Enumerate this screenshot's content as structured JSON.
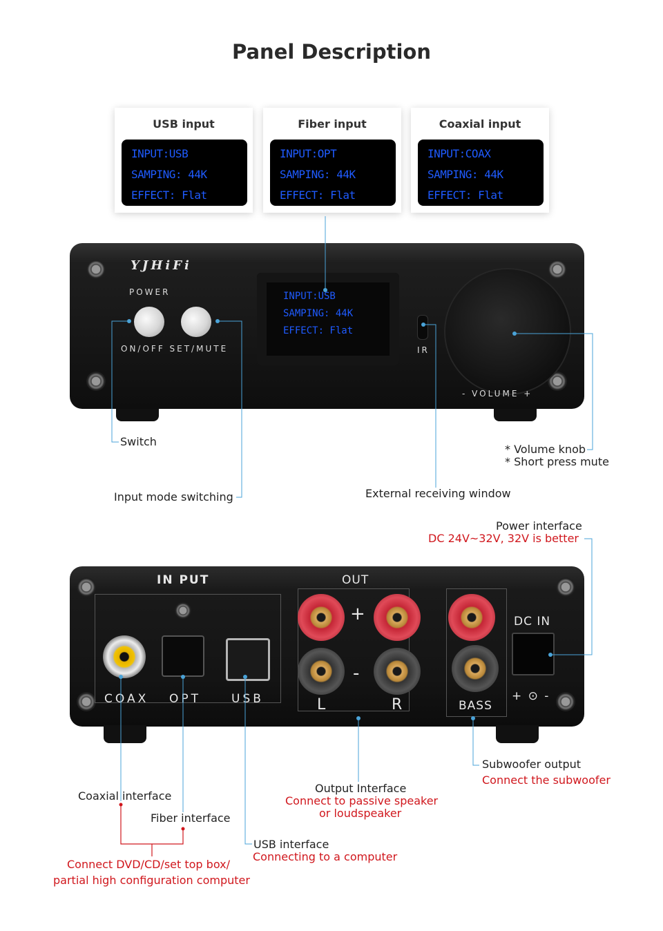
{
  "title": "Panel Description",
  "cards": [
    {
      "title": "USB input",
      "lines": [
        "INPUT:USB",
        "SAMPING: 44K",
        "EFFECT: Flat"
      ]
    },
    {
      "title": "Fiber input",
      "lines": [
        "INPUT:OPT",
        "SAMPING: 44K",
        "EFFECT: Flat"
      ]
    },
    {
      "title": "Coaxial input",
      "lines": [
        "INPUT:COAX",
        "SAMPING: 44K",
        "EFFECT: Flat"
      ]
    }
  ],
  "front": {
    "brand": "YJHiFi",
    "power": "POWER",
    "buttons": "ON/OFF SET/MUTE",
    "ir": "IR",
    "volume": "-  VOLUME  +",
    "screen": [
      "INPUT:USB",
      "SAMPING: 44K",
      "EFFECT: Flat"
    ]
  },
  "front_labels": {
    "switch": "Switch",
    "input_mode": "Input mode switching",
    "external": "External receiving window",
    "volume_knob": "* Volume knob",
    "short_press": "* Short press mute"
  },
  "back": {
    "input": "IN PUT",
    "out": "OUT",
    "coax": "COAX",
    "opt": "OPT",
    "usb": "USB",
    "plus": "+",
    "minus": "-",
    "left": "L",
    "right": "R",
    "bass": "BASS",
    "dc_in": "DC IN",
    "polarity": "+ ⊙ -"
  },
  "back_labels": {
    "power_interface": "Power interface",
    "power_spec": "DC 24V~32V,  32V is better",
    "coaxial": "Coaxial interface",
    "fiber": "Fiber interface",
    "connect_dvd": "Connect DVD/CD/set top box/",
    "partial": "partial high configuration computer",
    "usb_interface": "USB interface",
    "usb_desc": "Connecting to a computer",
    "output_interface": "Output Interface",
    "output_desc1": "Connect to passive speaker",
    "output_desc2": "or loudspeaker",
    "subwoofer": "Subwoofer output",
    "subwoofer_desc": "Connect the subwoofer"
  },
  "colors": {
    "screen_text": "#1f5bff",
    "accent_red": "#d0171d",
    "line": "#4aa3d8"
  }
}
